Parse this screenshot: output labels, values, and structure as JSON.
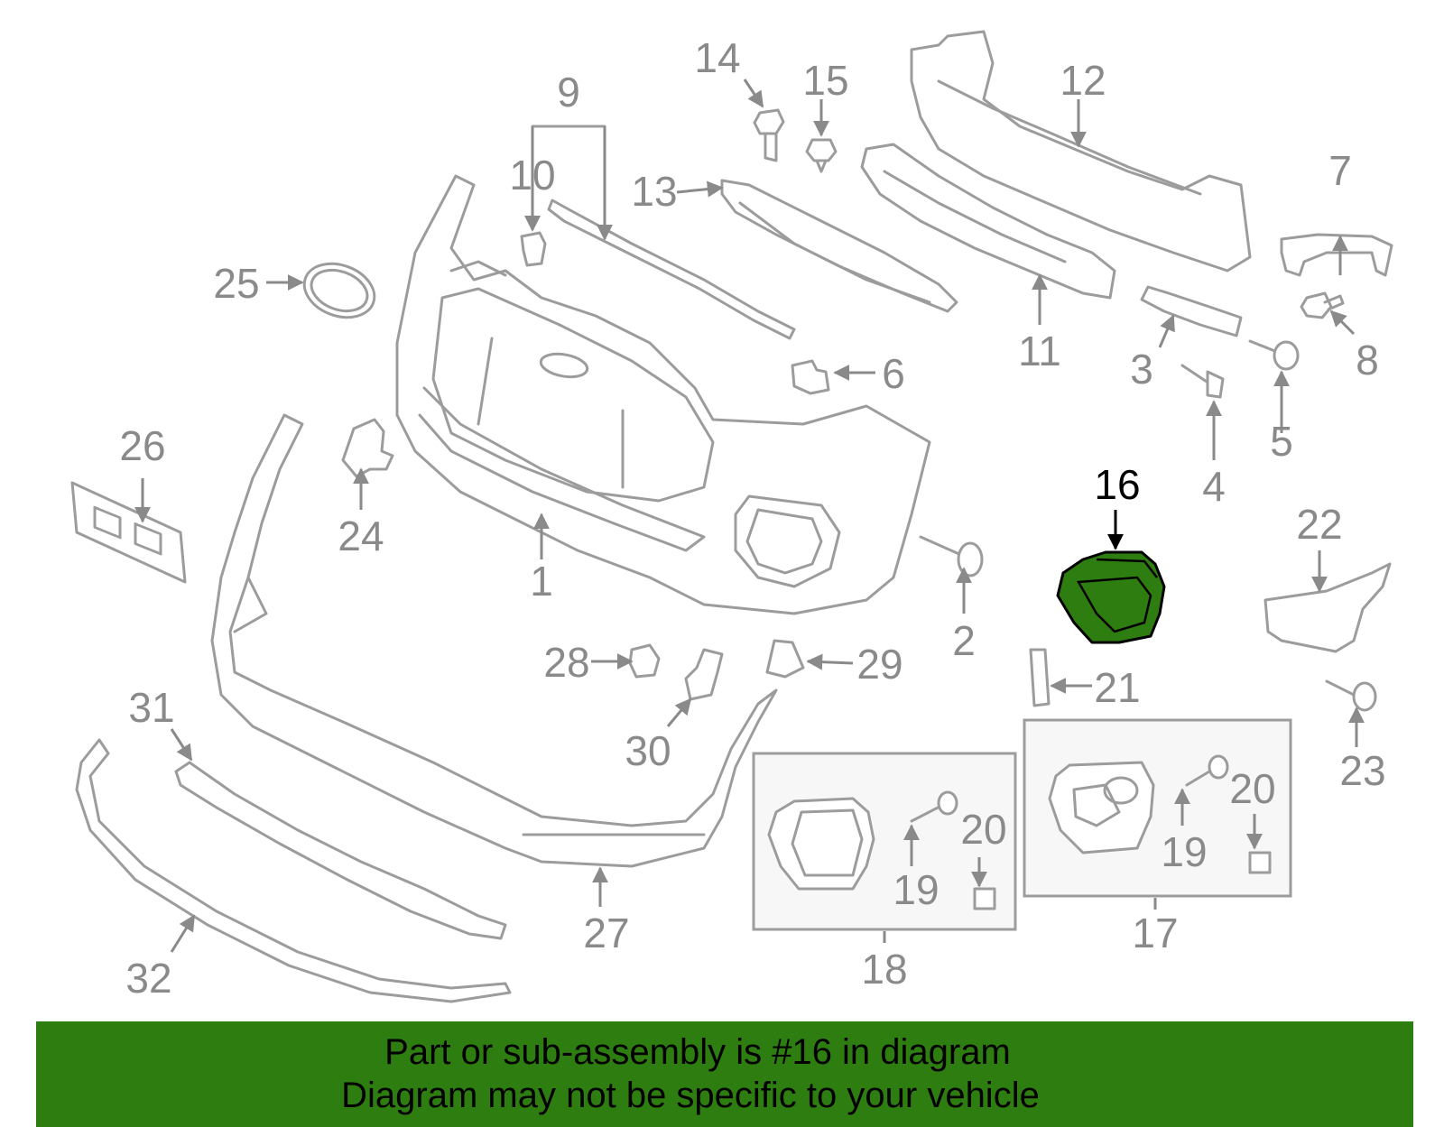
{
  "diagram": {
    "highlight_color": "#2e7d10",
    "line_color": "#9c9c9c",
    "callouts": {
      "c1": "1",
      "c2": "2",
      "c3": "3",
      "c4": "4",
      "c5": "5",
      "c6": "6",
      "c7": "7",
      "c8": "8",
      "c9": "9",
      "c10": "10",
      "c11": "11",
      "c12": "12",
      "c13": "13",
      "c14": "14",
      "c15": "15",
      "c16": "16",
      "c17": "17",
      "c18": "18",
      "c19a": "19",
      "c19b": "19",
      "c20a": "20",
      "c20b": "20",
      "c21": "21",
      "c22": "22",
      "c23": "23",
      "c24": "24",
      "c25": "25",
      "c26": "26",
      "c27": "27",
      "c28": "28",
      "c29": "29",
      "c30": "30",
      "c31": "31",
      "c32": "32"
    },
    "highlighted_part": "16"
  },
  "banner": {
    "line1": "Part or sub-assembly is #16 in diagram",
    "line2": "Diagram may not be specific to your vehicle",
    "background": "#2e7d10"
  }
}
